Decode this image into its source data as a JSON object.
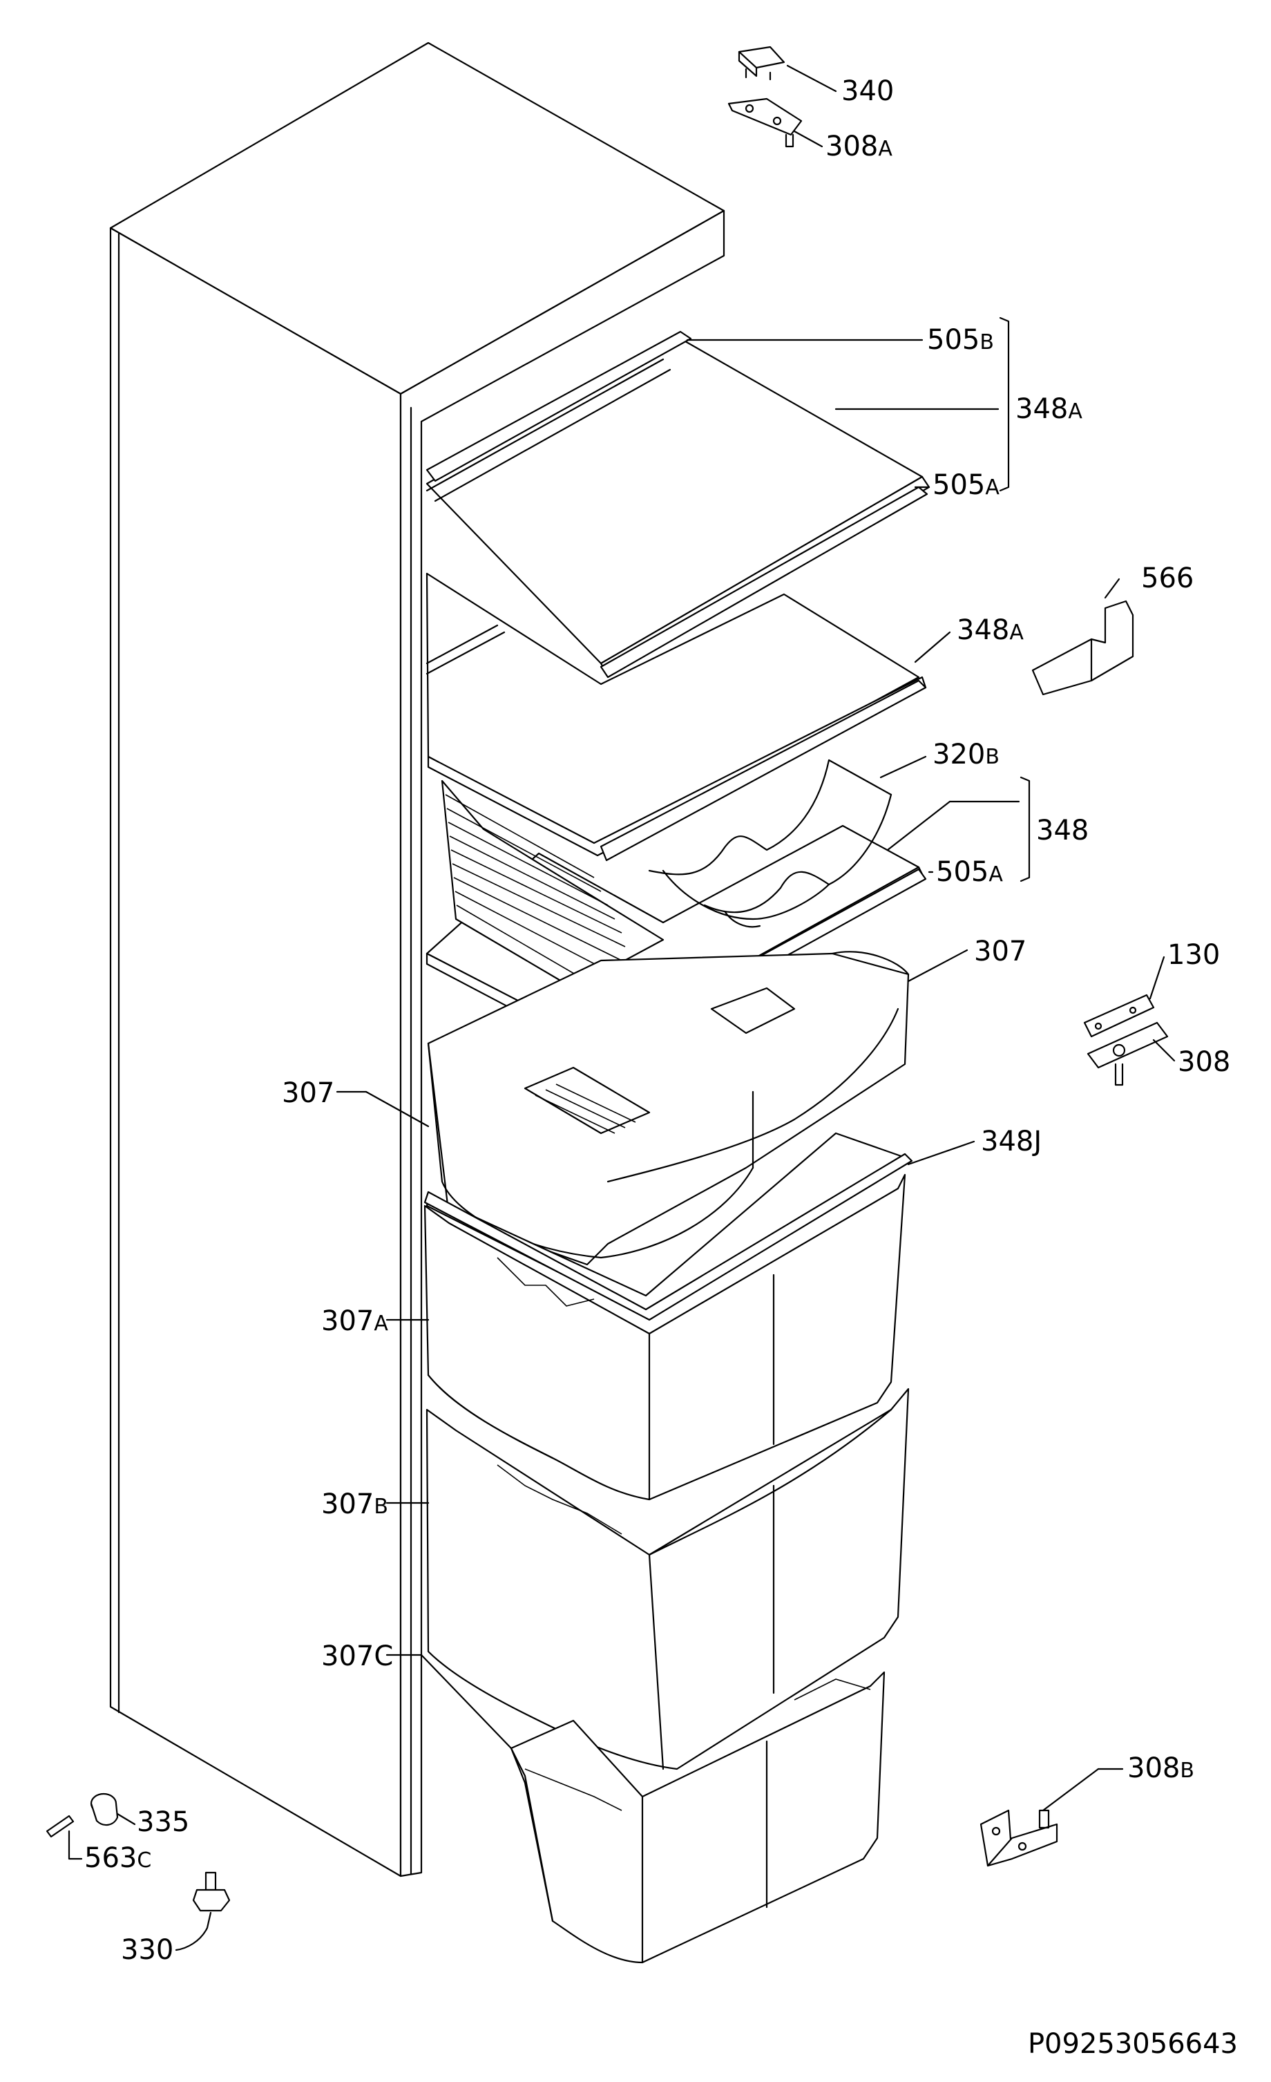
{
  "diagram_code": "P09253056643",
  "labels": {
    "l340": "340",
    "l308a": "308",
    "l308a_suffix": "A",
    "l505b": "505",
    "l505b_suffix": "B",
    "l348a_bracket": "348",
    "l348a_bracket_suffix": "A",
    "l505a_top": "505",
    "l505a_top_suffix": "A",
    "l566": "566",
    "l348a_mid": "348",
    "l348a_mid_suffix": "A",
    "l320b": "320",
    "l320b_suffix": "B",
    "l348": "348",
    "l505a_low": "505",
    "l505a_low_suffix": "A",
    "l307_right": "307",
    "l130": "130",
    "l308": "308",
    "l307_left": "307",
    "l348j": "348J",
    "l307a": "307",
    "l307a_suffix": "A",
    "l307b": "307",
    "l307b_suffix": "B",
    "l307c": "307C",
    "l308b": "308",
    "l308b_suffix": "B",
    "l335": "335",
    "l563c": "563",
    "l563c_suffix": "C",
    "l330": "330"
  }
}
